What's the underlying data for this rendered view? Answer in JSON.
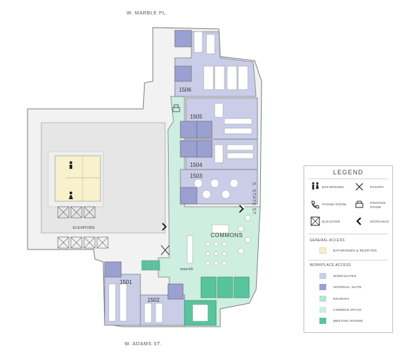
{
  "streets": {
    "north": "W. MARBLE PL.",
    "east": "S. STATE ST.",
    "south": "W. ADAMS ST."
  },
  "rooms": {
    "r1506": "1506",
    "r1505": "1505",
    "r1504": "1504",
    "r1503": "1503",
    "r1501": "1501",
    "r1502": "1502",
    "commons": "COMMONS",
    "nourish": "nourish",
    "elevators": "ELEVATORS"
  },
  "colors": {
    "worksuite": "#c9cde8",
    "internal_suite": "#9aa0d2",
    "common_space": "#cdeee0",
    "meeting_room": "#58c49e",
    "bathroom": "#f7f1cc",
    "core": "#e3e3e3",
    "wall": "#8b8b8b"
  },
  "legend": {
    "title": "LEGEND",
    "icons": [
      {
        "icon": "bathrooms-icon",
        "label": "BATHROOMS"
      },
      {
        "icon": "pantry-icon",
        "label": "PANTRY"
      },
      {
        "icon": "phone-icon",
        "label": "PHONE ROOM"
      },
      {
        "icon": "printer-icon",
        "label": "PRINTER ROOM"
      },
      {
        "icon": "elevator-icon",
        "label": "ELEVATOR"
      },
      {
        "icon": "entrance-arrow-icon",
        "label": "ENTRANCE"
      }
    ],
    "general_access_title": "GENERAL ACCESS",
    "general_access": [
      {
        "label": "BATHROOMS & RESPITES",
        "color": "#f7f1cc"
      }
    ],
    "workplace_access_title": "WORKPLACE ACCESS",
    "workplace_access": [
      {
        "label": "WORKSUITES",
        "color": "#c9cde8"
      },
      {
        "label": "INTERNAL SUITE",
        "color": "#9aa0d2"
      },
      {
        "label": "NOURISH",
        "color": "#cdeee0"
      },
      {
        "label": "COMMON SPACE",
        "color": "#cdeee0"
      },
      {
        "label": "MEETING ROOMS",
        "color": "#58c49e"
      }
    ]
  }
}
